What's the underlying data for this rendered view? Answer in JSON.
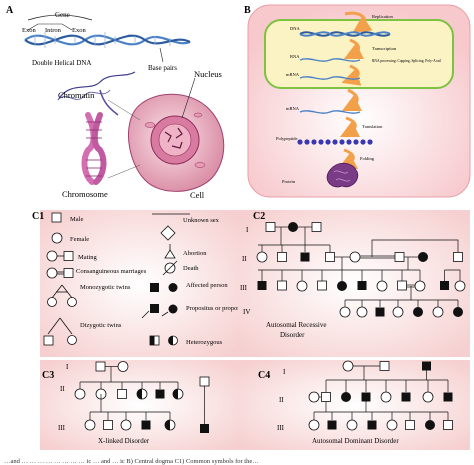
{
  "panel_a": {
    "letter": "A",
    "gene_label": "Gene",
    "exon1": "Exon",
    "intron": "Intron",
    "exon2": "Exon",
    "double_helix": "Double Helical DNA",
    "base_pairs": "Base pairs",
    "nucleus": "Nucleus",
    "chromatin": "Chromatin",
    "chromosome": "Chromosome",
    "cell": "Cell"
  },
  "panel_b": {
    "letter": "B",
    "dna": "DNA",
    "replication": "Replication",
    "transcription": "Transcription",
    "rna": "RNA",
    "rna_processing": "RNA processing: Capping, Splicing, Poly-A tail",
    "mrna1": "mRNA",
    "mrna2": "mRNA",
    "translation": "Translation",
    "polypeptide": "Polypeptide",
    "folding": "Folding",
    "protein": "Protein"
  },
  "panel_c1": {
    "letter": "C1",
    "male": "Male",
    "female": "Female",
    "mating": "Mating",
    "consanguineous": "Consanguineous marriages",
    "monozygotic": "Monozygotic twins",
    "dizygotic": "Dizygotic twins",
    "unknown_sex": "Unknown sex",
    "abortion": "Abortion",
    "death": "Death",
    "affected": "Affected person",
    "proband": "Propositus or proposita",
    "heterozygous": "Heterozygous"
  },
  "panel_c2": {
    "letter": "C2",
    "gen1": "I",
    "gen2": "II",
    "gen3": "III",
    "gen4": "IV",
    "caption": "Autosomal Recessive Disorder"
  },
  "panel_c3": {
    "letter": "C3",
    "gen1": "I",
    "gen2": "II",
    "gen3": "III",
    "caption": "X-linked Disorder"
  },
  "panel_c4": {
    "letter": "C4",
    "gen1": "I",
    "gen2": "II",
    "gen3": "III",
    "caption": "Autosomal Dominant Disorder"
  },
  "footer_caption": "…and … … … … … … … … ic … and … ic B) Central dogma C1) Common symbols for the…",
  "colors": {
    "pink_bg": "#f9dcdc",
    "cell_bg": "#f2b6bd",
    "nucleus_yellow": "#fbf3c4",
    "nucleus_border": "#7ec242",
    "dna_blue": "#4b82c6",
    "arrow_orange": "#f3a04b",
    "chromosome_pink": "#d36fb0",
    "protein_purple": "#7a3b86",
    "polypeptide_blue": "#3b37b3"
  }
}
